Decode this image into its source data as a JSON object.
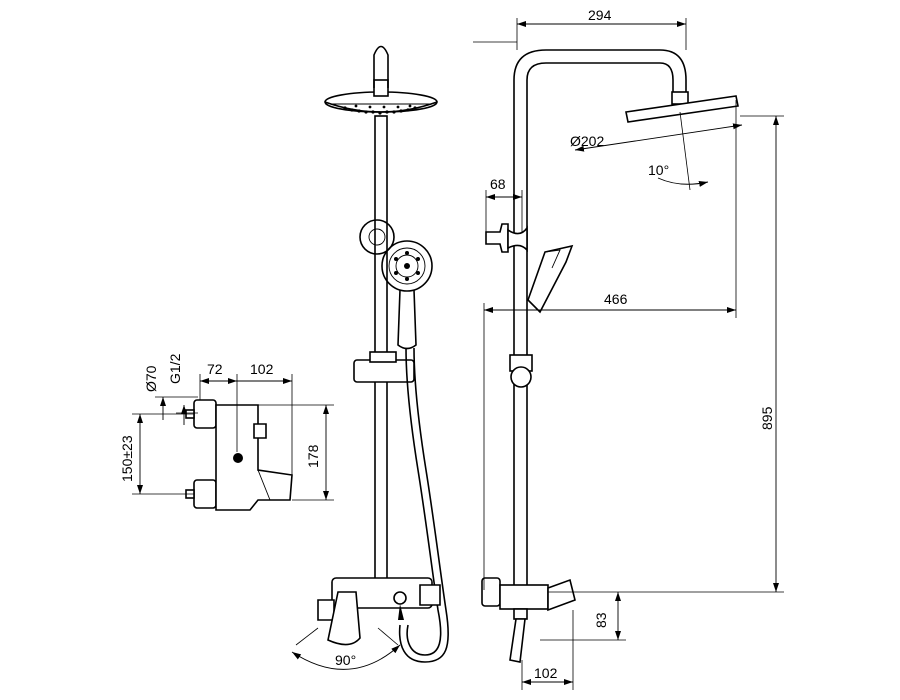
{
  "dimensions": {
    "width_294": "294",
    "diameter_202": "Ø202",
    "angle_10": "10°",
    "width_68": "68",
    "width_466": "466",
    "height_895": "895",
    "height_83": "83",
    "width_102_bottom": "102",
    "angle_90": "90°",
    "diameter_70": "Ø70",
    "thread_g12": "G1/2",
    "width_72": "72",
    "width_102_mixer": "102",
    "height_178": "178",
    "spacing_150": "150±23"
  }
}
